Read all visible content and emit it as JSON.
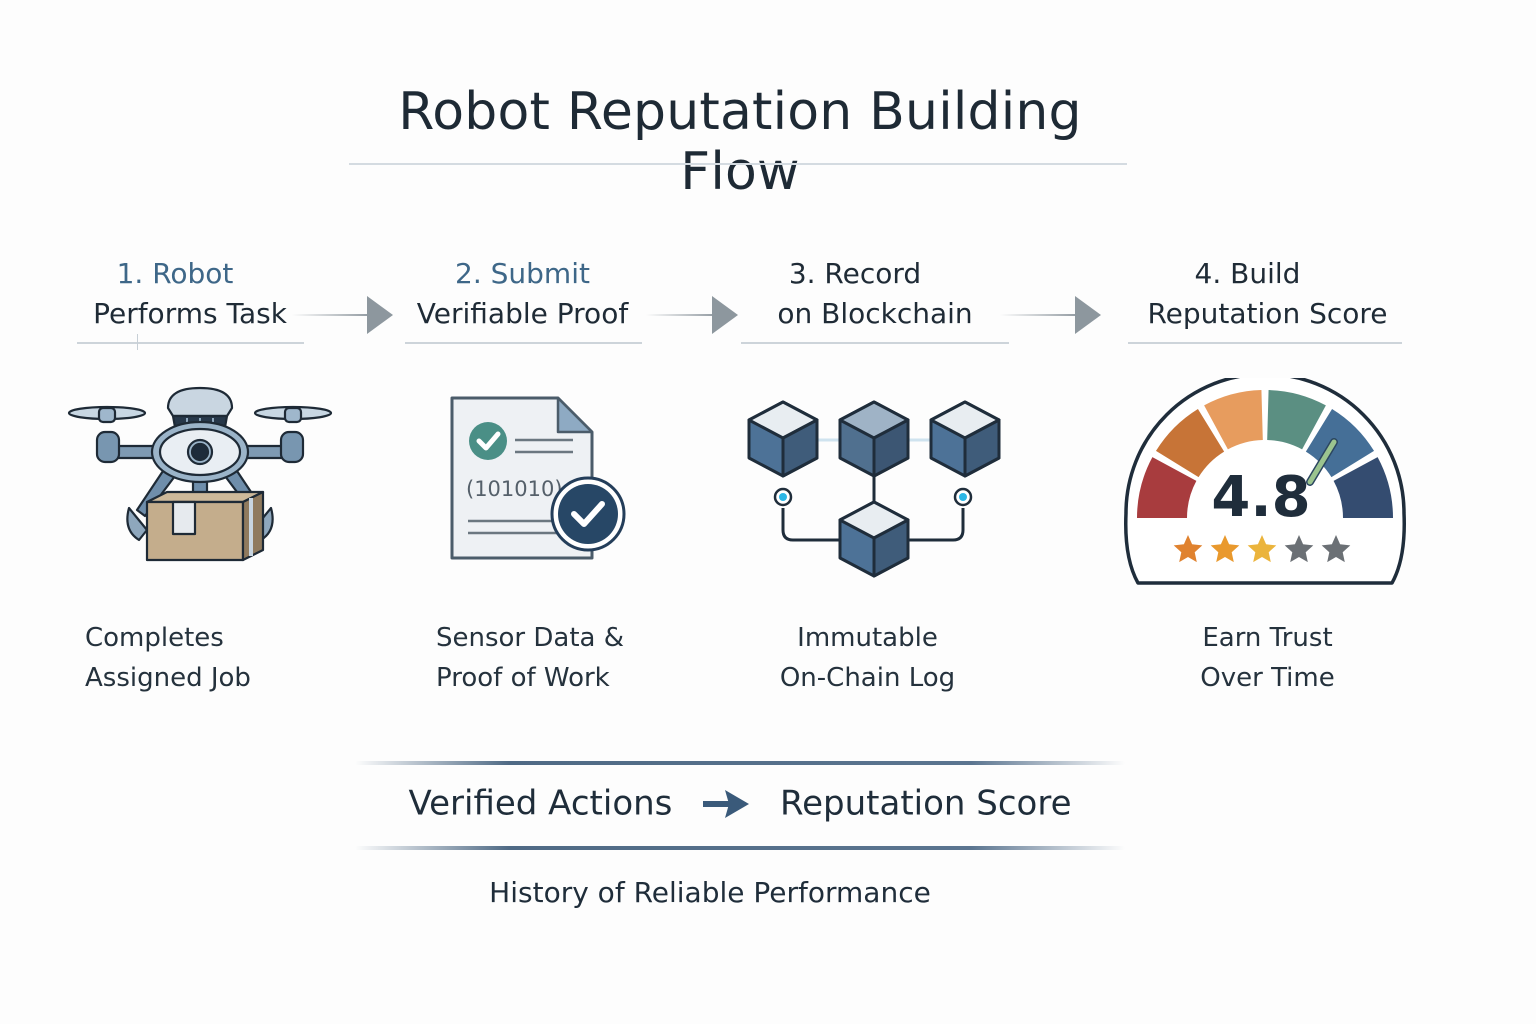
{
  "title": "Robot Reputation Building Flow",
  "steps": [
    {
      "number": "1. Robot",
      "label": "Performs Task",
      "description": [
        "Completes",
        "Assigned Job"
      ],
      "icon": "delivery-drone-icon"
    },
    {
      "number": "2. Submit",
      "label": "Verifiable Proof",
      "description": [
        "Sensor Data &",
        "Proof of Work"
      ],
      "icon": "verified-document-icon",
      "document_code": "(101010)"
    },
    {
      "number": "3. Record",
      "label": "on Blockchain",
      "description": [
        "Immutable",
        "On-Chain Log"
      ],
      "icon": "blockchain-blocks-icon"
    },
    {
      "number": "4. Build",
      "label": "Reputation Score",
      "description": [
        "Earn Trust",
        "Over Time"
      ],
      "icon": "reputation-gauge-icon"
    }
  ],
  "gauge": {
    "score": "4.8",
    "segment_colors": [
      "#a83c3e",
      "#c77437",
      "#e79c5e",
      "#5b8f82",
      "#456f97",
      "#344c70"
    ],
    "needle_color": "#9bc48f",
    "stars": {
      "filled": 3,
      "total": 5,
      "filled_colors": [
        "#e0822f",
        "#e9992d",
        "#ebb43c"
      ],
      "empty_color": "#6b7075"
    }
  },
  "summary": {
    "left": "Verified Actions",
    "right": "Reputation Score",
    "arrow_color": "#3a5a7a"
  },
  "footer": "History of Reliable Performance"
}
